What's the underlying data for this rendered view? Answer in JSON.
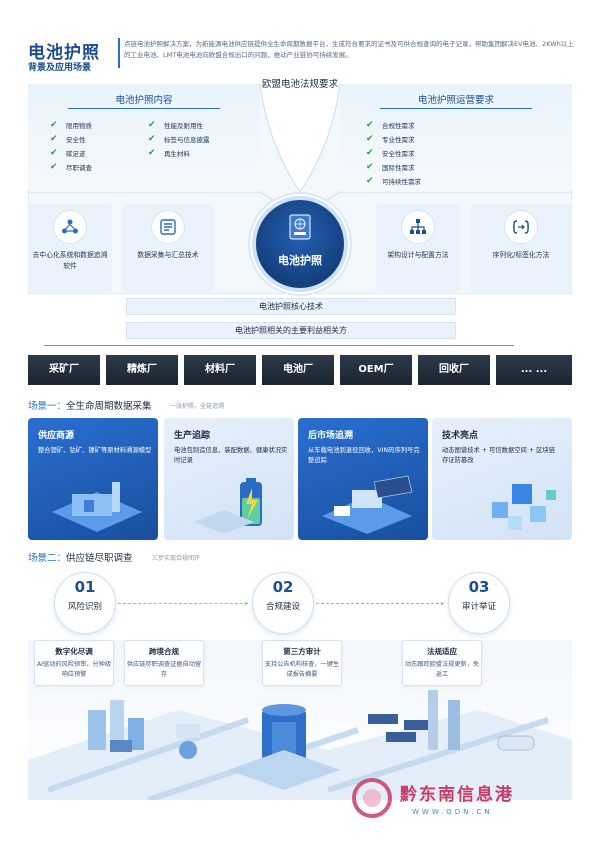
{
  "header": {
    "title": "电池护照",
    "subtitle": "背景及应用场景",
    "description": "点链电池护照解决方案，为新能源电池供应链提供全生命周期数据平台，生成符合要求的证书及可供合规查询的电子记录，帮助集团解决EV电池、2KWh以上的工业电池、LMT电池电池向欧盟合规出口的问题，推动产业链协可持续发展。"
  },
  "eu_label": "欧盟电池法规要求",
  "left_panel": {
    "title": "电池护照内容",
    "items": [
      "限用物质",
      "安全性",
      "碳足迹",
      "尽职调查",
      "性能及耐用性",
      "标签与信息披露",
      "再生材料"
    ]
  },
  "right_panel": {
    "title": "电池护照运营要求",
    "items": [
      "合规性需求",
      "专业性需求",
      "安全性需求",
      "国际性需求",
      "可持续性需求"
    ]
  },
  "center": {
    "label": "电池护照"
  },
  "cards": [
    {
      "label": "去中心化系统和数据追溯软件",
      "icon": "network-icon"
    },
    {
      "label": "数据采集与汇总技术",
      "icon": "data-collection-icon"
    },
    {
      "label": "架构设计与配置方法",
      "icon": "hierarchy-icon"
    },
    {
      "label": "序列化/标签化方法",
      "icon": "code-brackets-icon"
    }
  ],
  "bars": {
    "core_tech": "电池护照核心技术",
    "stakeholders": "电池护照相关的主要利益相关方"
  },
  "factories": [
    "采矿厂",
    "精炼厂",
    "材料厂",
    "电池厂",
    "OEM厂",
    "回收厂",
    "... ..."
  ],
  "scene1": {
    "label": "场景一：",
    "title": "全生命周期数据采集",
    "sub": "一张护照，全链追溯",
    "cards": [
      {
        "title": "供应商源",
        "desc": "整合锂矿、钴矿、镍矿等原材料溯源模型"
      },
      {
        "title": "生产追踪",
        "desc": "电池包制造信息、装配数据、健康状况实时记录"
      },
      {
        "title": "后市场追溯",
        "desc": "从车载电池到退役回收，VIN码序列号完整追踪"
      },
      {
        "title": "技术亮点",
        "desc": "动态图谱技术 + 可信数据空间 + 区块链存证防篡改"
      }
    ]
  },
  "scene2": {
    "label": "场景二：",
    "title": "供应链尽职调查",
    "sub": "三步实现合规闭环",
    "steps": [
      {
        "num": "01",
        "label": "风险识别"
      },
      {
        "num": "02",
        "label": "合规建设"
      },
      {
        "num": "03",
        "label": "审计举证"
      }
    ],
    "info": [
      {
        "title": "数字化尽调",
        "desc": "AI驱动的风险预审，分钟级响应预警"
      },
      {
        "title": "跨境合规",
        "desc": "供应链尽职调查证据自动留存"
      },
      {
        "title": "第三方审计",
        "desc": "支持公告机构核查，一键生成报告摘要"
      },
      {
        "title": "法规适应",
        "desc": "动态跟踪欧盟法规更新，免返工"
      }
    ]
  },
  "watermark": {
    "text": "黔东南信息港",
    "url": "WWW.QDN.CN"
  },
  "colors": {
    "brand": "#1d4e8f",
    "accent": "#2b6cc4",
    "check": "#2f9d3e",
    "panel": "#eaf3fb"
  }
}
